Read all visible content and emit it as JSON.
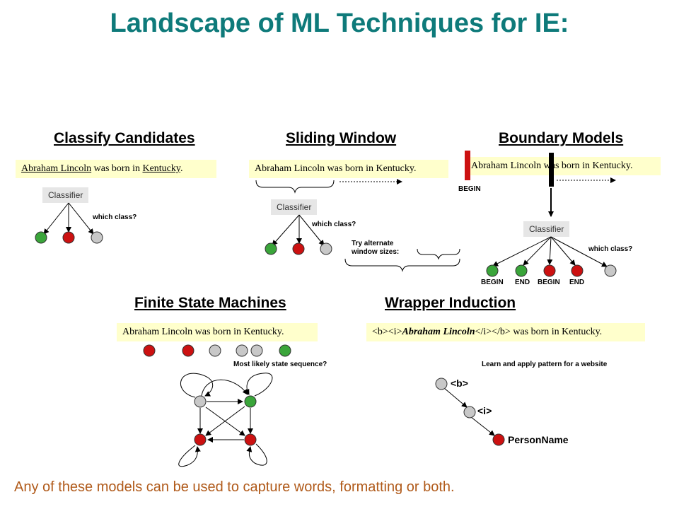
{
  "title": "Landscape of ML Techniques for IE:",
  "footer": "Any of these models can be used to capture words, formatting or both.",
  "colors": {
    "title": "#0e7a7a",
    "footer": "#b05a1a",
    "green": "#3aa53a",
    "red": "#cc1111",
    "gray": "#c8c8c8",
    "highlight": "#ffffcc",
    "boundary_red": "#cc1111",
    "boundary_black": "#000000"
  },
  "sections": {
    "classify": {
      "heading": "Classify Candidates",
      "sentence_a": "Abraham Lincoln",
      "sentence_b": " was born in ",
      "sentence_c": "Kentucky",
      "sentence_d": ".",
      "classifier": "Classifier",
      "question": "which class?"
    },
    "sliding": {
      "heading": "Sliding Window",
      "sentence": "Abraham Lincoln was born in Kentucky.",
      "classifier": "Classifier",
      "question": "which class?",
      "try_line1": "Try alternate",
      "try_line2": "window sizes:"
    },
    "boundary": {
      "heading": "Boundary Models",
      "sentence": "Abraham Lincoln was born in Kentucky.",
      "begin_marker": "BEGIN",
      "classifier": "Classifier",
      "question": "which class?",
      "labels": [
        "BEGIN",
        "END",
        "BEGIN",
        "END"
      ]
    },
    "fsm": {
      "heading": "Finite State Machines",
      "sentence": "Abraham Lincoln was born in Kentucky.",
      "question": "Most likely state sequence?"
    },
    "wrapper": {
      "heading": "Wrapper Induction",
      "sentence_tags": "<b><i>",
      "sentence_name": "Abraham Lincoln",
      "sentence_close": "</i></b>",
      "sentence_rest": " was born in Kentucky.",
      "caption": "Learn and apply pattern for a website",
      "node1": "<b>",
      "node2": "<i>",
      "node3": "PersonName"
    }
  }
}
